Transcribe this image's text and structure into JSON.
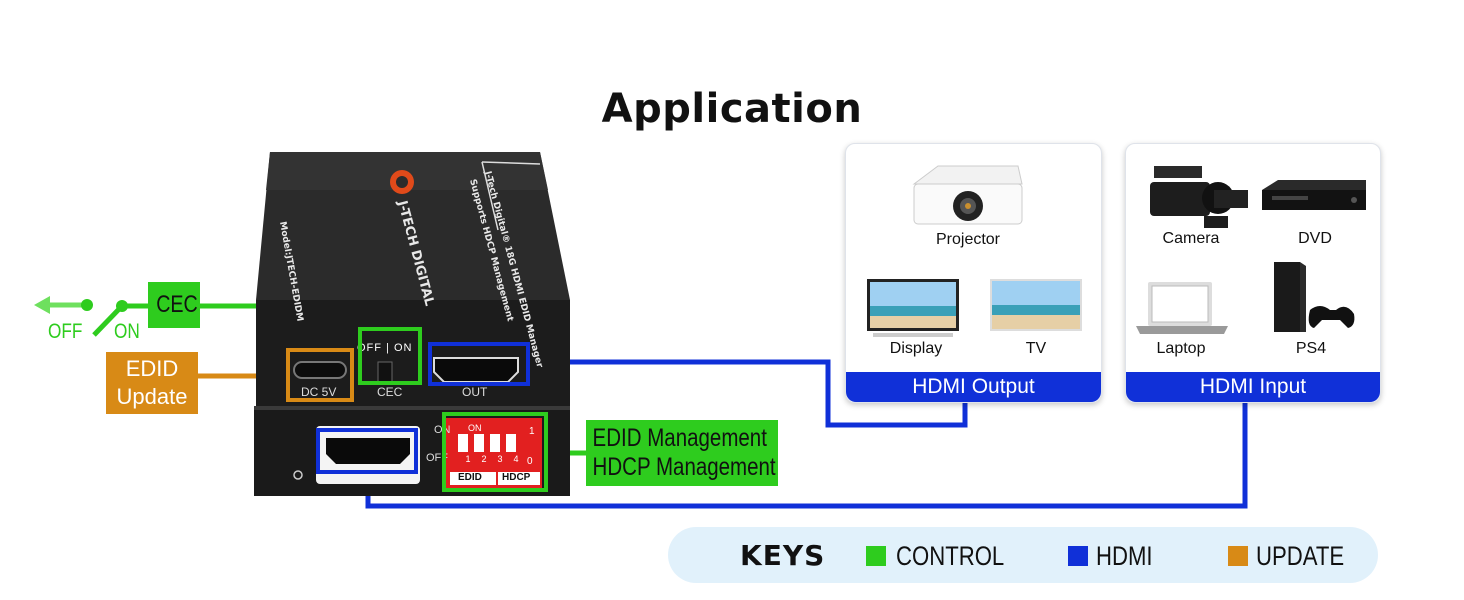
{
  "title": "Application",
  "device": {
    "brand": "J-TECH DIGITAL",
    "product_line1": "J-Tech Digital® 18G HDMI EDID Manager",
    "product_line2": "Supports HDCP Management",
    "model": "Model:JTECH-EDIDM",
    "port_dc": "DC 5V",
    "port_cec": "CEC",
    "port_out": "OUT",
    "switch_off_on": "OFF | ON",
    "dip_on": "ON",
    "dip_numbers": [
      "1",
      "2",
      "3",
      "4"
    ],
    "dip_edid": "EDID",
    "dip_hdcp": "HDCP",
    "dip_side_1": "1",
    "dip_side_0": "0",
    "front_on": "ON",
    "front_off": "OFF"
  },
  "callouts": {
    "cec": "CEC",
    "off": "OFF",
    "on": "ON",
    "edid_update_line1": "EDID",
    "edid_update_line2": "Update",
    "mgmt_line1": "EDID Management",
    "mgmt_line2": "HDCP Management"
  },
  "output_panel": {
    "footer": "HDMI Output",
    "devices": [
      "Projector",
      "Display",
      "TV"
    ]
  },
  "input_panel": {
    "footer": "HDMI Input",
    "devices": [
      "Camera",
      "DVD",
      "Laptop",
      "PS4"
    ]
  },
  "keys": {
    "title": "KEYS",
    "items": [
      {
        "label": "CONTROL",
        "color": "#2ecc1e"
      },
      {
        "label": "HDMI",
        "color": "#1030d8"
      },
      {
        "label": "UPDATE",
        "color": "#d88a16"
      }
    ]
  }
}
